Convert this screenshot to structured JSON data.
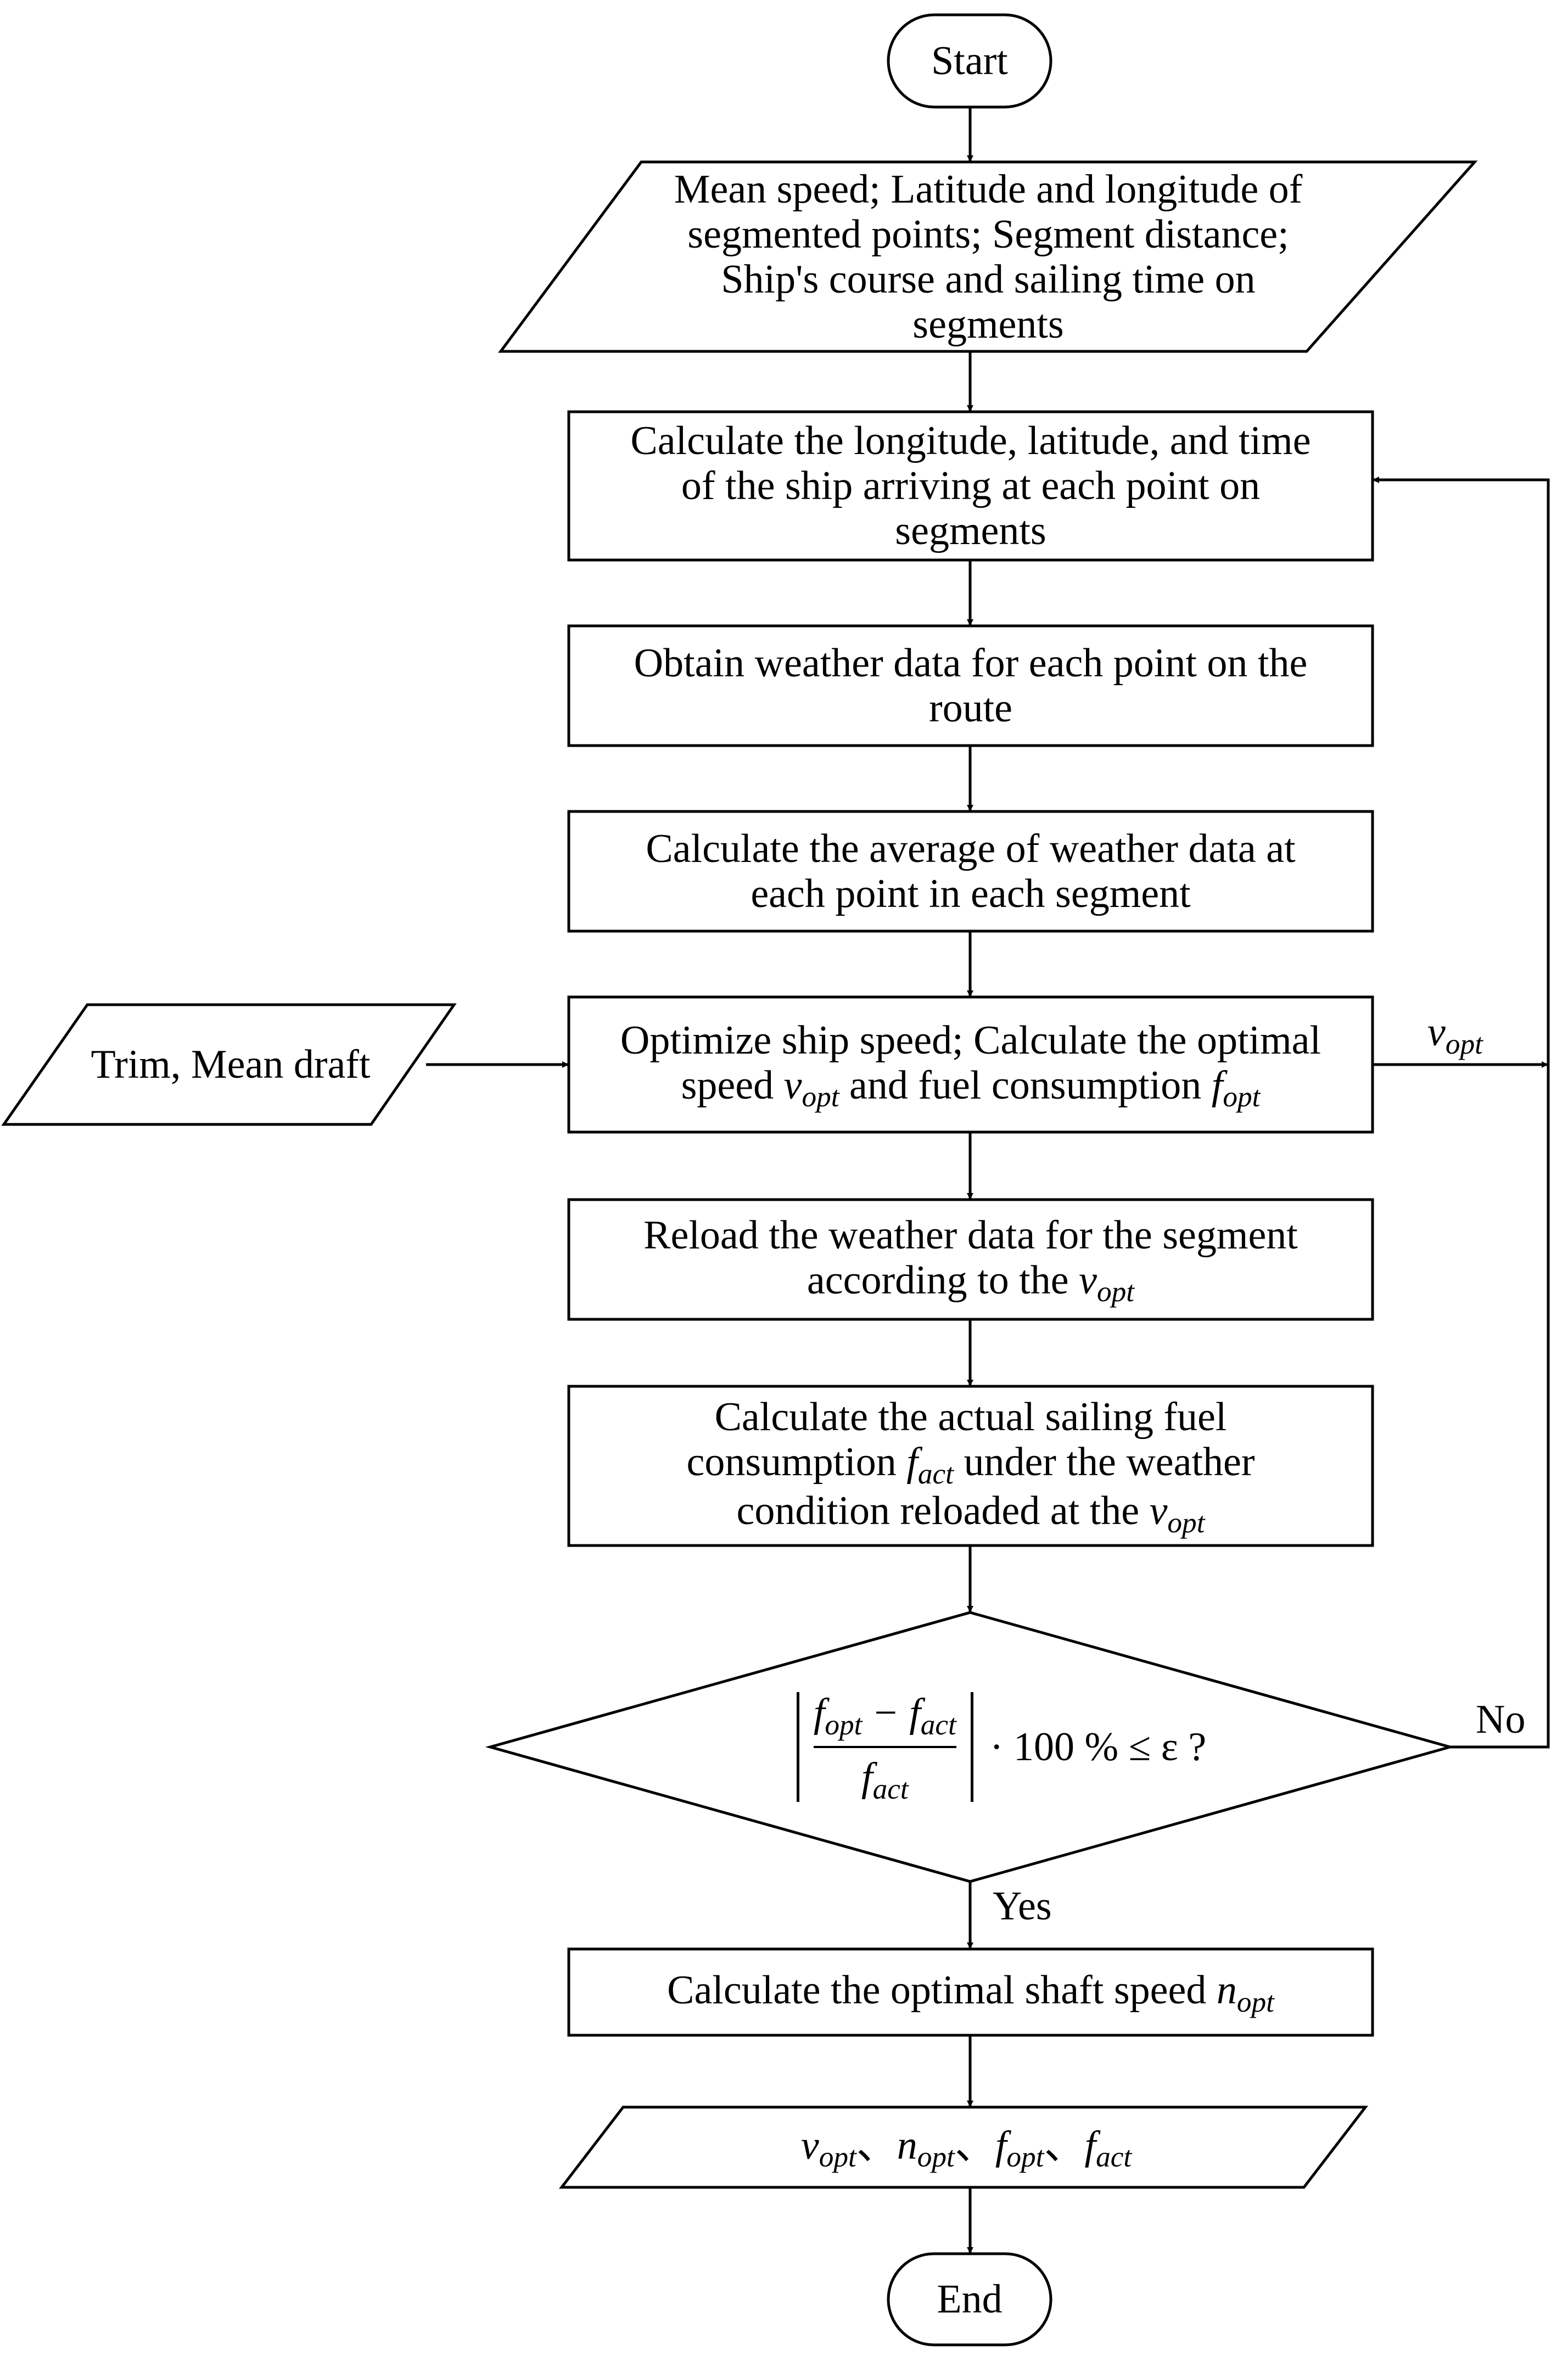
{
  "nodes": {
    "start": "Start",
    "input": [
      "Mean speed; Latitude and longitude of",
      "segmented points; Segment distance;",
      "Ship's course and sailing time on",
      "segments"
    ],
    "calc_position": [
      "Calculate the longitude, latitude, and time",
      "of the ship arriving at each point on",
      "segments"
    ],
    "weather": [
      "Obtain weather data for each point on the",
      "route"
    ],
    "average": [
      "Calculate the average of weather data at",
      "each point in each segment"
    ],
    "optimize": {
      "line1": "Optimize ship speed; Calculate the optimal",
      "line2_a": "speed ",
      "v": "v",
      "opt": "opt",
      "line2_b": " and fuel consumption ",
      "f": "f"
    },
    "side_input": "Trim, Mean draft",
    "reload": {
      "line1": "Reload the weather data for the segment",
      "line2_a": "according to the ",
      "v": "v",
      "opt": "opt"
    },
    "actual": {
      "line1": "Calculate the actual sailing fuel",
      "line2_a": "consumption ",
      "f": "f",
      "act": "act",
      "line2_b": " under the weather",
      "line3_a": "condition reloaded at the ",
      "v": "v",
      "opt": "opt"
    },
    "decision": {
      "f": "f",
      "opt": "opt",
      "minus": "−",
      "act": "act",
      "rest": "· 100 %  ≤ ε ?"
    },
    "shaft": {
      "text": "Calculate the optimal shaft speed ",
      "n": "n",
      "opt": "opt"
    },
    "output": {
      "v": "v",
      "n": "n",
      "f": "f",
      "opt": "opt",
      "act": "act",
      "sep": "、"
    },
    "end": "End"
  },
  "edges": {
    "no": "No",
    "yes": "Yes",
    "v": "v",
    "opt": "opt"
  }
}
